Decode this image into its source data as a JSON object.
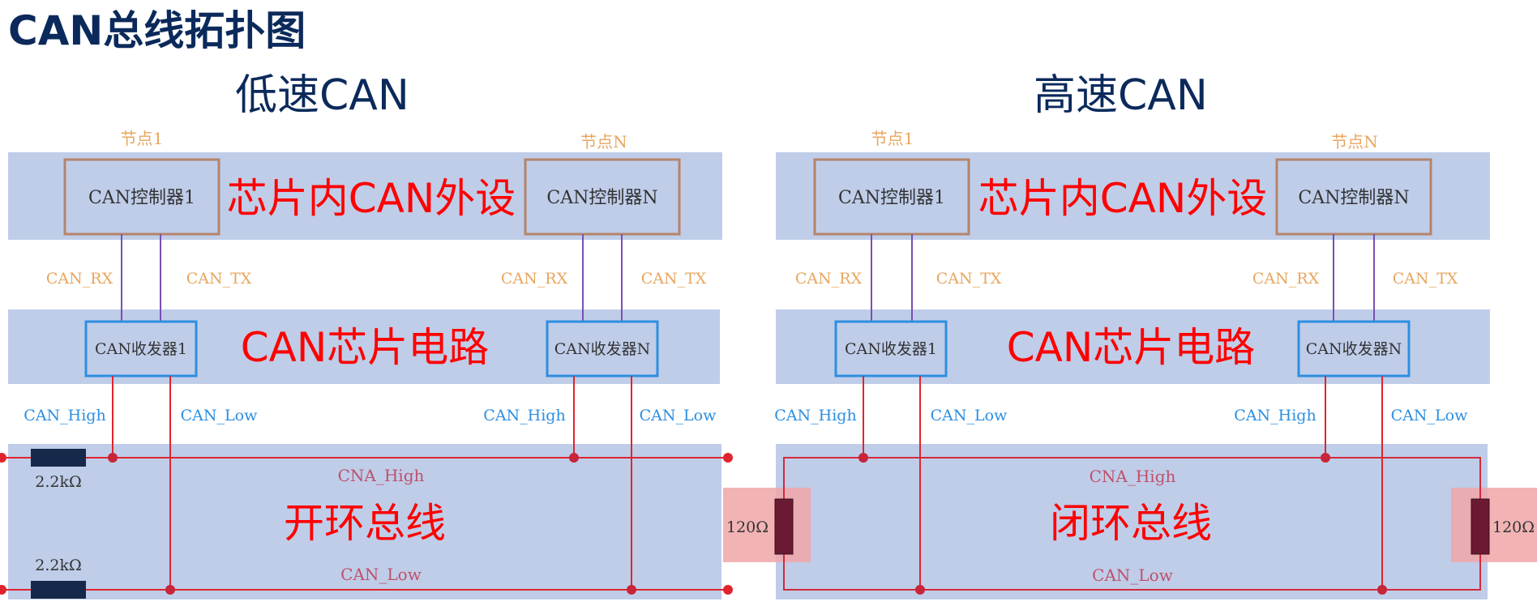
{
  "title": "CAN总线拓扑图",
  "panels": [
    {
      "heading": "低速CAN",
      "node1_label": "节点1",
      "nodeN_label": "节点N",
      "controller1": "CAN控制器1",
      "controllerN": "CAN控制器N",
      "peripheral_label": "芯片内CAN外设",
      "rx": "CAN_RX",
      "tx": "CAN_TX",
      "transceiver1": "CAN收发器1",
      "transceiverN": "CAN收发器N",
      "circuit_label": "CAN芯片电路",
      "can_high": "CAN_High",
      "can_low": "CAN_Low",
      "bus_high": "CNA_High",
      "bus_low": "CAN_Low",
      "bus_label": "开环总线",
      "resistor_top": "2.2kΩ",
      "resistor_bottom": "2.2kΩ",
      "terminator": "120Ω"
    },
    {
      "heading": "高速CAN",
      "node1_label": "节点1",
      "nodeN_label": "节点N",
      "controller1": "CAN控制器1",
      "controllerN": "CAN控制器N",
      "peripheral_label": "芯片内CAN外设",
      "rx": "CAN_RX",
      "tx": "CAN_TX",
      "transceiver1": "CAN收发器1",
      "transceiverN": "CAN收发器N",
      "circuit_label": "CAN芯片电路",
      "can_high": "CAN_High",
      "can_low": "CAN_Low",
      "bus_high": "CNA_High",
      "bus_low": "CAN_Low",
      "bus_label": "闭环总线",
      "terminator": "120Ω"
    }
  ]
}
